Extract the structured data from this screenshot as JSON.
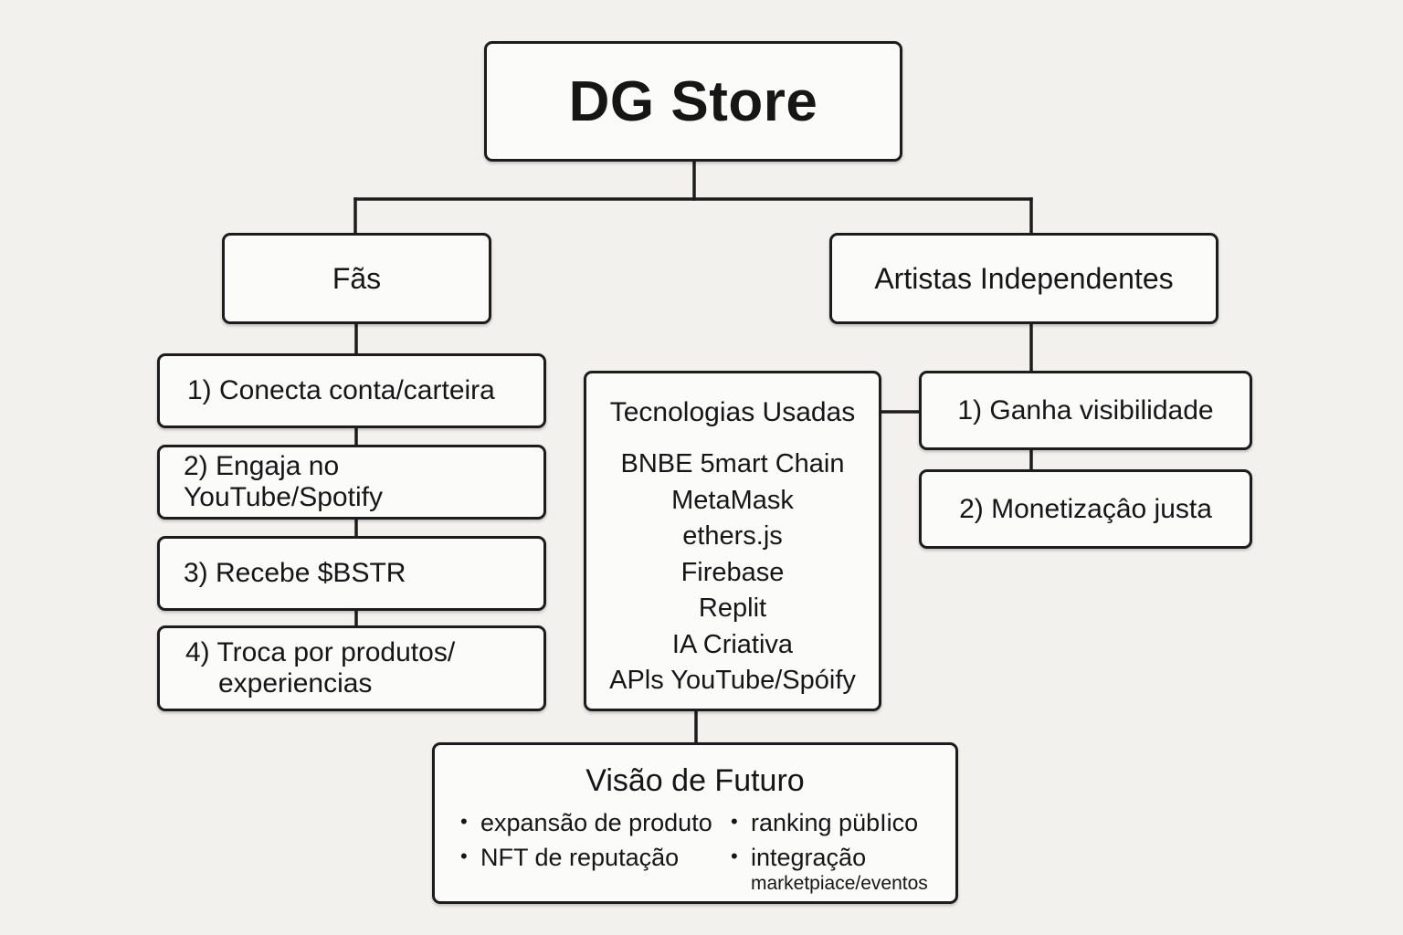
{
  "root": {
    "title": "DG Store"
  },
  "fans": {
    "title": "Fãs",
    "steps": [
      "1) Conecta conta/carteira",
      "2) Engaja no YouTube/Spotify",
      "3) Recebe $BSTR"
    ],
    "step4_line1": "4) Troca por produtos/",
    "step4_line2": "experiencias"
  },
  "artists": {
    "title": "Artistas Independentes",
    "steps": [
      "1) Ganha visibilidade",
      "2) Monetizaçâo justa"
    ]
  },
  "tech": {
    "title": "Tecnologias Usadas",
    "items": [
      "BNBE 5mart Chain",
      "MetaMask",
      "ethers.js",
      "Firebase",
      "Replit",
      "IA Criativa",
      "APls YouTube/Spóify"
    ]
  },
  "vision": {
    "title": "Visão de Futuro",
    "bullets": [
      "expansão de produto",
      "NFT de reputação",
      "ranking pübIico",
      "integração"
    ],
    "bullet4_sub": "marketpiace/eventos"
  },
  "colors": {
    "background": "#f2f1ee",
    "box_fill": "#fbfbf9",
    "line": "#1c1c1c"
  }
}
